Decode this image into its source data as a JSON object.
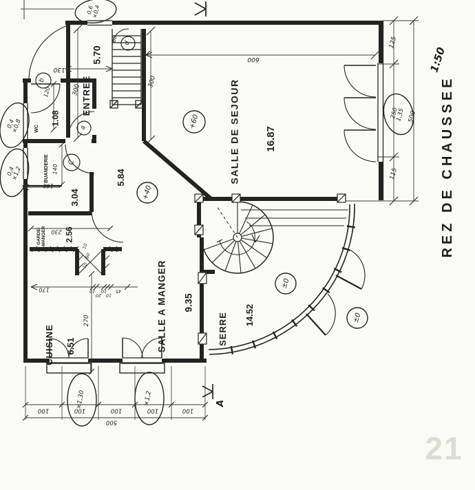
{
  "drawing": {
    "title": "REZ DE CHAUSSEE",
    "scale": "1:50",
    "section_marker": "A",
    "watermark": "21",
    "rooms": {
      "sejour": {
        "label": "SALLE DE SEJOUR",
        "area": "16.87",
        "level": "+60"
      },
      "entree": {
        "label": "ENTREE",
        "area": "5.70"
      },
      "wc": {
        "label": "WC",
        "area": "1.08"
      },
      "buanderie": {
        "label": "BUANDERIE",
        "area": "3.04"
      },
      "degagement": {
        "area": "5.84",
        "level": "+40"
      },
      "garde_manger": {
        "label1": "GARDE-",
        "label2": "MANGER",
        "area": "2.56"
      },
      "cuisine": {
        "label": "CUISINE",
        "area": "6.51"
      },
      "salle_a_manger": {
        "label": "SALLE A MANGER",
        "area": "9.35"
      },
      "serre": {
        "label": "SERRE",
        "area": "14.52",
        "level": "±0",
        "level_ext": "±0"
      }
    },
    "door_tags": {
      "a": "a",
      "b": "b",
      "c": "C",
      "d": "d"
    },
    "dims": {
      "top_width": "600",
      "entree_width": "130",
      "entree_height": "300",
      "sejour_height": "300",
      "door_d": "60",
      "wc_width": "120",
      "buanderie_height": "140",
      "buanderie_width": "160",
      "garde_manger_width": "230",
      "sam_height": "270",
      "sam_width": "170",
      "chain": [
        "10",
        "20",
        "10",
        "10",
        "45"
      ],
      "closet": [
        "10",
        "60",
        "10"
      ],
      "right_chain": [
        "125",
        "115"
      ],
      "right_total": "500",
      "bottom_chain": [
        "100",
        "100",
        "100",
        "100",
        "100"
      ],
      "bottom_total": "500"
    },
    "bubbles": {
      "top1": "0,6",
      "top2": "×0,4",
      "left_up1": "0,4",
      "left_up2": "×0,8",
      "left_low1": "0,4",
      "left_low2": "×1,2",
      "bottom_a": "×1,30",
      "bottom_b": "×1,2",
      "right1": "250",
      "right2": "1,35"
    }
  }
}
